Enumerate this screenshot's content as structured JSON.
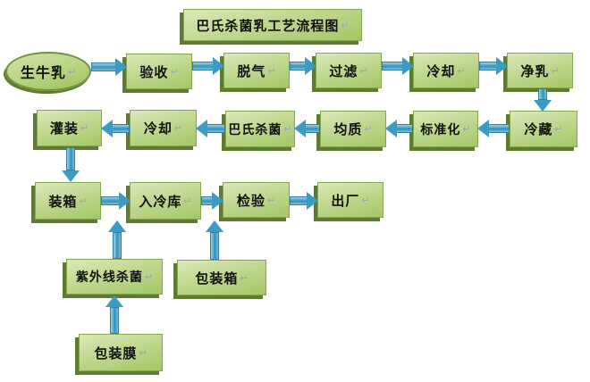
{
  "title": {
    "label": "巴氏杀菌乳工艺流程图"
  },
  "marks": {
    "return_mark": "↵"
  },
  "colors": {
    "node_fill_light": "#dce9ba",
    "node_fill_dark": "#a3c866",
    "node_border": "#86a84d",
    "node_shadow": "#5e7c31",
    "arrow_fill": "#3a9cc3",
    "arrow_fill_light": "#9ed1e3",
    "arrow_border": "#2d7fa6",
    "text": "#111111",
    "return_mark_color": "#97a7b4",
    "background": "#ffffff"
  },
  "nodes": {
    "raw_milk": {
      "label": "生牛乳",
      "shape": "ellipse"
    },
    "acceptance": {
      "label": "验收",
      "shape": "rect"
    },
    "degassing": {
      "label": "脱气",
      "shape": "rect"
    },
    "filtration": {
      "label": "过滤",
      "shape": "rect"
    },
    "cooling_1": {
      "label": "冷却",
      "shape": "rect"
    },
    "clarification": {
      "label": "净乳",
      "shape": "rect"
    },
    "cold_storage": {
      "label": "冷藏",
      "shape": "rect"
    },
    "standardization": {
      "label": "标准化",
      "shape": "rect"
    },
    "homogenization": {
      "label": "均质",
      "shape": "rect"
    },
    "pasteurization": {
      "label": "巴氏杀菌",
      "shape": "rect"
    },
    "cooling_2": {
      "label": "冷却",
      "shape": "rect"
    },
    "filling": {
      "label": "灌装",
      "shape": "rect"
    },
    "boxing": {
      "label": "装箱",
      "shape": "rect"
    },
    "into_cold_store": {
      "label": "入冷库",
      "shape": "rect"
    },
    "inspection": {
      "label": "检验",
      "shape": "rect"
    },
    "factory_out": {
      "label": "出厂",
      "shape": "rect"
    },
    "uv_sterilization": {
      "label": "紫外线杀菌",
      "shape": "rect"
    },
    "packing_box": {
      "label": "包装箱",
      "shape": "rect"
    },
    "packing_film": {
      "label": "包装膜",
      "shape": "rect"
    }
  },
  "edges": [
    {
      "from": "生牛乳",
      "to": "验收",
      "direction": "right"
    },
    {
      "from": "验收",
      "to": "脱气",
      "direction": "right"
    },
    {
      "from": "脱气",
      "to": "过滤",
      "direction": "right"
    },
    {
      "from": "过滤",
      "to": "冷却",
      "direction": "right"
    },
    {
      "from": "冷却",
      "to": "净乳",
      "direction": "right"
    },
    {
      "from": "净乳",
      "to": "冷藏",
      "direction": "down"
    },
    {
      "from": "冷藏",
      "to": "标准化",
      "direction": "left"
    },
    {
      "from": "标准化",
      "to": "均质",
      "direction": "left"
    },
    {
      "from": "均质",
      "to": "巴氏杀菌",
      "direction": "left"
    },
    {
      "from": "巴氏杀菌",
      "to": "冷却",
      "direction": "left"
    },
    {
      "from": "冷却",
      "to": "灌装",
      "direction": "left"
    },
    {
      "from": "灌装",
      "to": "装箱",
      "direction": "down"
    },
    {
      "from": "装箱",
      "to": "入冷库",
      "direction": "right"
    },
    {
      "from": "入冷库",
      "to": "检验",
      "direction": "right"
    },
    {
      "from": "检验",
      "to": "出厂",
      "direction": "right"
    },
    {
      "from": "紫外线杀菌",
      "to": "入冷库",
      "direction": "up"
    },
    {
      "from": "包装箱",
      "to": "检验",
      "direction": "up"
    },
    {
      "from": "包装膜",
      "to": "紫外线杀菌",
      "direction": "up"
    }
  ]
}
